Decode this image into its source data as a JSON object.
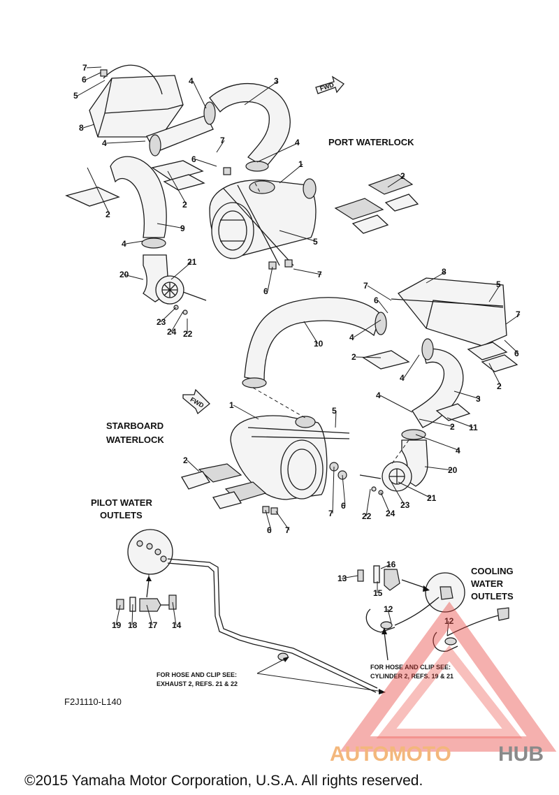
{
  "headings": {
    "port": "PORT WATERLOCK",
    "starboard_1": "STARBOARD",
    "starboard_2": "WATERLOCK",
    "pilot_1": "PILOT WATER",
    "pilot_2": "OUTLETS",
    "cooling_1": "COOLING",
    "cooling_2": "WATER",
    "cooling_3": "OUTLETS"
  },
  "fwd_label": "FWD",
  "notes": {
    "exhaust_1": "FOR HOSE AND CLIP SEE:",
    "exhaust_2": "EXHAUST 2, REFS. 21 & 22",
    "cylinder_1": "FOR HOSE AND CLIP SEE:",
    "cylinder_2": "CYLINDER 2, REFS. 19 & 21"
  },
  "diagram_code": "F2J1110-L140",
  "copyright": "©2015 Yamaha Motor Corporation, U.S.A. All rights reserved.",
  "watermark": {
    "part1": "AUTOMOTO",
    "part2": "HUB",
    "color": "#e8403a"
  },
  "callouts": [
    {
      "n": "7"
    },
    {
      "n": "6"
    },
    {
      "n": "5"
    },
    {
      "n": "8"
    },
    {
      "n": "4"
    },
    {
      "n": "3"
    },
    {
      "n": "4"
    },
    {
      "n": "7"
    },
    {
      "n": "6"
    },
    {
      "n": "4"
    },
    {
      "n": "1"
    },
    {
      "n": "2"
    },
    {
      "n": "2"
    },
    {
      "n": "2"
    },
    {
      "n": "9"
    },
    {
      "n": "4"
    },
    {
      "n": "5"
    },
    {
      "n": "7"
    },
    {
      "n": "6"
    },
    {
      "n": "20"
    },
    {
      "n": "21"
    },
    {
      "n": "23"
    },
    {
      "n": "24"
    },
    {
      "n": "22"
    },
    {
      "n": "8"
    },
    {
      "n": "7"
    },
    {
      "n": "5"
    },
    {
      "n": "6"
    },
    {
      "n": "7"
    },
    {
      "n": "10"
    },
    {
      "n": "4"
    },
    {
      "n": "6"
    },
    {
      "n": "2"
    },
    {
      "n": "4"
    },
    {
      "n": "2"
    },
    {
      "n": "4"
    },
    {
      "n": "3"
    },
    {
      "n": "11"
    },
    {
      "n": "1"
    },
    {
      "n": "5"
    },
    {
      "n": "2"
    },
    {
      "n": "4"
    },
    {
      "n": "2"
    },
    {
      "n": "20"
    },
    {
      "n": "7"
    },
    {
      "n": "6"
    },
    {
      "n": "21"
    },
    {
      "n": "22"
    },
    {
      "n": "24"
    },
    {
      "n": "23"
    },
    {
      "n": "6"
    },
    {
      "n": "7"
    },
    {
      "n": "16"
    },
    {
      "n": "13"
    },
    {
      "n": "15"
    },
    {
      "n": "12"
    },
    {
      "n": "12"
    },
    {
      "n": "19"
    },
    {
      "n": "18"
    },
    {
      "n": "17"
    },
    {
      "n": "14"
    }
  ]
}
